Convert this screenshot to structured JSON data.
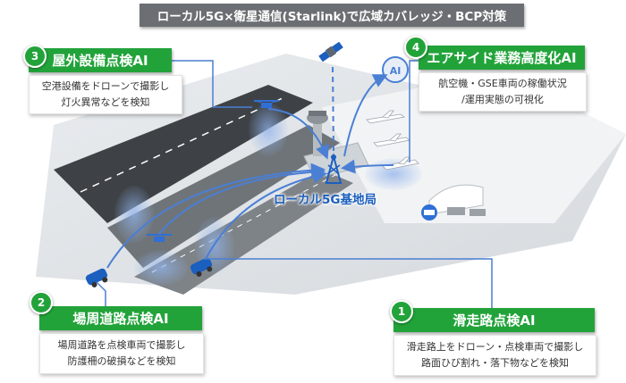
{
  "title": "ローカル5G×衛星通信(Starlink)で広域カバレッジ・BCP対策",
  "station_label": "ローカル5G基地局",
  "cards": [
    {
      "number": "3",
      "title": "屋外設備点検AI",
      "lines": [
        "空港設備をドローンで撮影し",
        "灯火異常などを検知"
      ]
    },
    {
      "number": "4",
      "title": "エアサイド業務高度化AI",
      "lines": [
        "航空機・GSE車両の稼働状況",
        "/運用実態の可視化"
      ]
    },
    {
      "number": "2",
      "title": "場周道路点検AI",
      "lines": [
        "場周道路を点検車両で撮影し",
        "防護柵の破損などを検知"
      ]
    },
    {
      "number": "1",
      "title": "滑走路点検AI",
      "lines": [
        "滑走路上をドローン・点検車両で撮影し",
        "路面ひび割れ・落下物などを検知"
      ]
    }
  ],
  "icons": [
    "satellite-icon",
    "ai-camera-icon",
    "drone-icon",
    "control-tower-icon",
    "antenna-icon",
    "airplane-icon",
    "inspection-car-icon",
    "truck-icon",
    "hangar-icon"
  ],
  "colors": {
    "accent_green": "#22a33a",
    "line_blue": "#4a7fd4",
    "title_gray": "#6b6e72",
    "station_text": "#1b5fbf"
  }
}
